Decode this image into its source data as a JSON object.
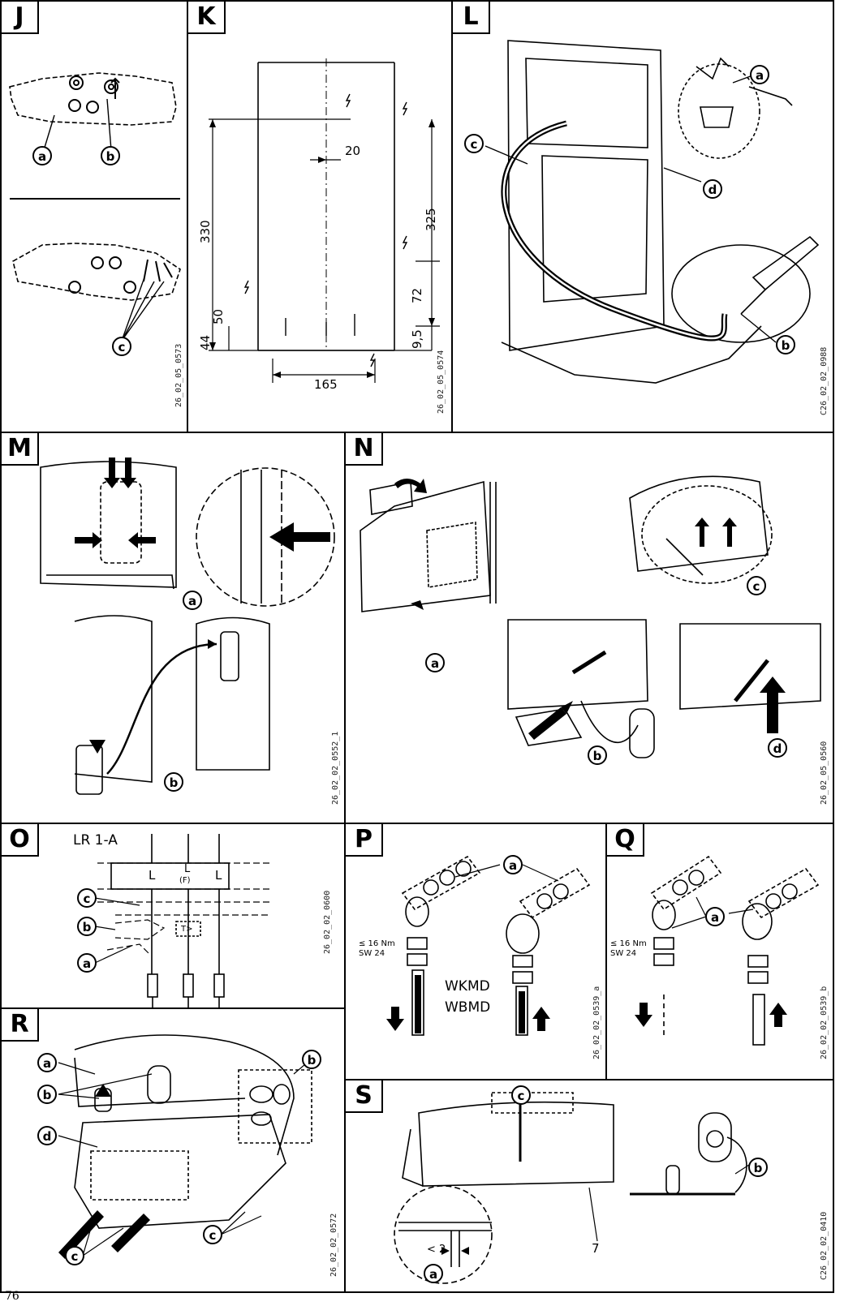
{
  "page_number": "76",
  "panels": {
    "J": {
      "letter": "J",
      "callouts": [
        "a",
        "b",
        "c"
      ],
      "figure_id": "26_02_05_0573"
    },
    "K": {
      "letter": "K",
      "dims": {
        "d330": "330",
        "d325": "325",
        "d20": "20",
        "d50": "50",
        "d44": "44",
        "d72": "72",
        "d9_5": "9,5",
        "d165": "165"
      },
      "figure_id": "26_02_05_0574"
    },
    "L": {
      "letter": "L",
      "callouts": [
        "a",
        "b",
        "c",
        "d"
      ],
      "figure_id": "C26_02_02_0988"
    },
    "M": {
      "letter": "M",
      "callouts": [
        "a",
        "b"
      ],
      "figure_id": "26_02_02_0552_1"
    },
    "N": {
      "letter": "N",
      "callouts": [
        "a",
        "b",
        "c",
        "d"
      ],
      "figure_id": "26_02_05_0560"
    },
    "O": {
      "letter": "O",
      "title": "LR 1-A",
      "terminals": [
        "L",
        "L",
        "L"
      ],
      "terminal_sub": "(F)",
      "relay_mark": "T>",
      "callouts": [
        "a",
        "b",
        "c"
      ],
      "figure_id": "26_02_02_0600"
    },
    "P": {
      "letter": "P",
      "callouts": [
        "a"
      ],
      "torque": "≤ 16 Nm",
      "wrench": "SW 24",
      "models": [
        "WKMD",
        "WBMD"
      ],
      "figure_id": "26_02_02_0539_a"
    },
    "Q": {
      "letter": "Q",
      "callouts": [
        "a"
      ],
      "torque": "≤ 16 Nm",
      "wrench": "SW 24",
      "figure_id": "26_02_02_0539_b"
    },
    "R": {
      "letter": "R",
      "callouts": [
        "a",
        "b",
        "c",
        "d"
      ],
      "figure_id": "26_02_02_0572"
    },
    "S": {
      "letter": "S",
      "callouts": [
        "a",
        "b",
        "c"
      ],
      "gap": "< 2",
      "part_number": "7",
      "figure_id": "C26_02_02_0410"
    }
  }
}
